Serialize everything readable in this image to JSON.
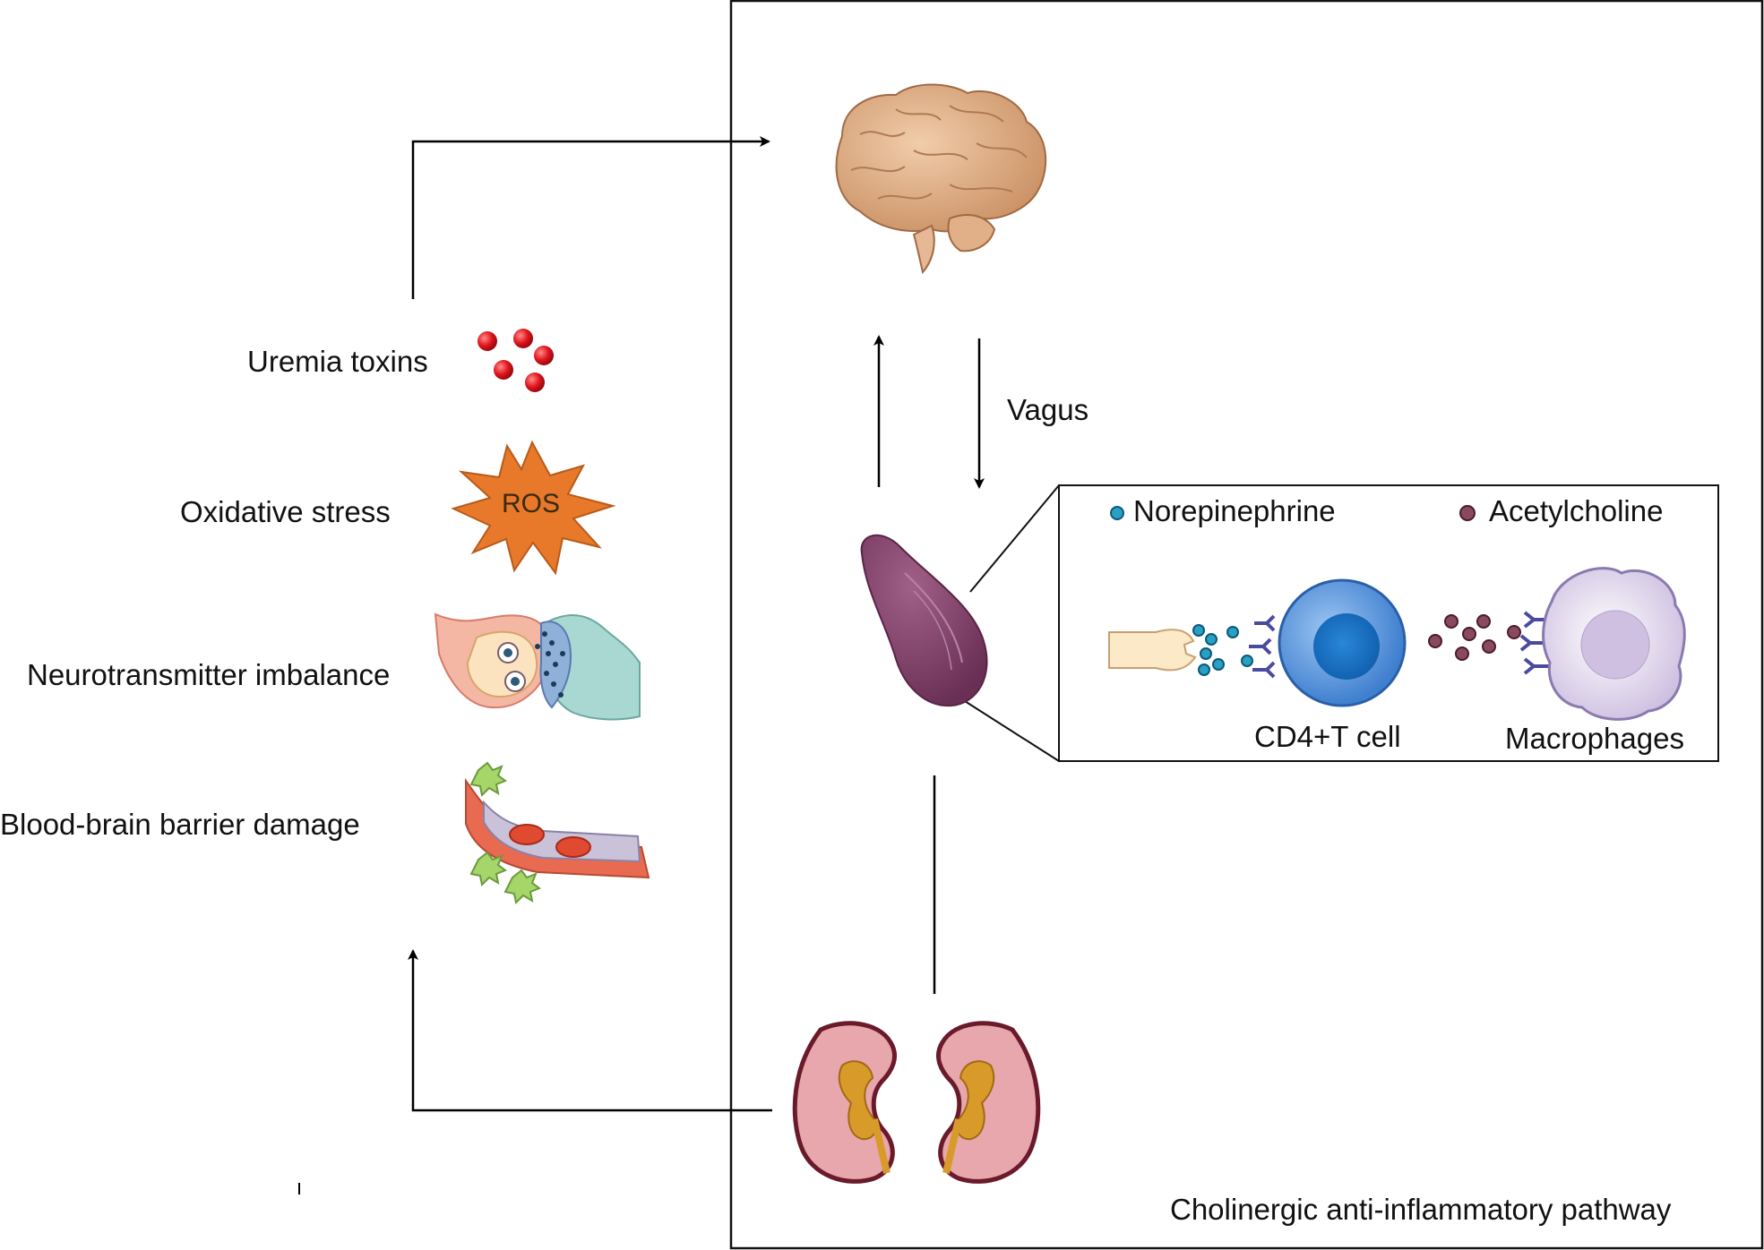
{
  "left_factors": {
    "uremia_toxins": "Uremia toxins",
    "oxidative_stress": "Oxidative stress",
    "ros": "ROS",
    "neurotransmitter_imbalance": "Neurotransmitter imbalance",
    "bbb_damage": "Blood-brain barrier damage"
  },
  "pathway": {
    "vagus": "Vagus",
    "title": "Cholinergic anti-inflammatory pathway"
  },
  "inset": {
    "legend_norepinephrine": "Norepinephrine",
    "legend_acetylcholine": "Acetylcholine",
    "cd4_label": "CD4+T cell",
    "macrophage_label": "Macrophages"
  },
  "colors": {
    "toxin_red": "#e0141c",
    "ros_orange": "#e8792a",
    "brain_tan": "#d9a77e",
    "spleen_purple": "#7a3d63",
    "kidney_pink": "#e7a7ad",
    "kidney_gold": "#d89b2a",
    "tcell_blue": "#4a8fd8",
    "macrophage_lilac": "#d9cde8",
    "norepinephrine_teal": "#2a9fc4",
    "acetylcholine_maroon": "#8a4a5e"
  }
}
